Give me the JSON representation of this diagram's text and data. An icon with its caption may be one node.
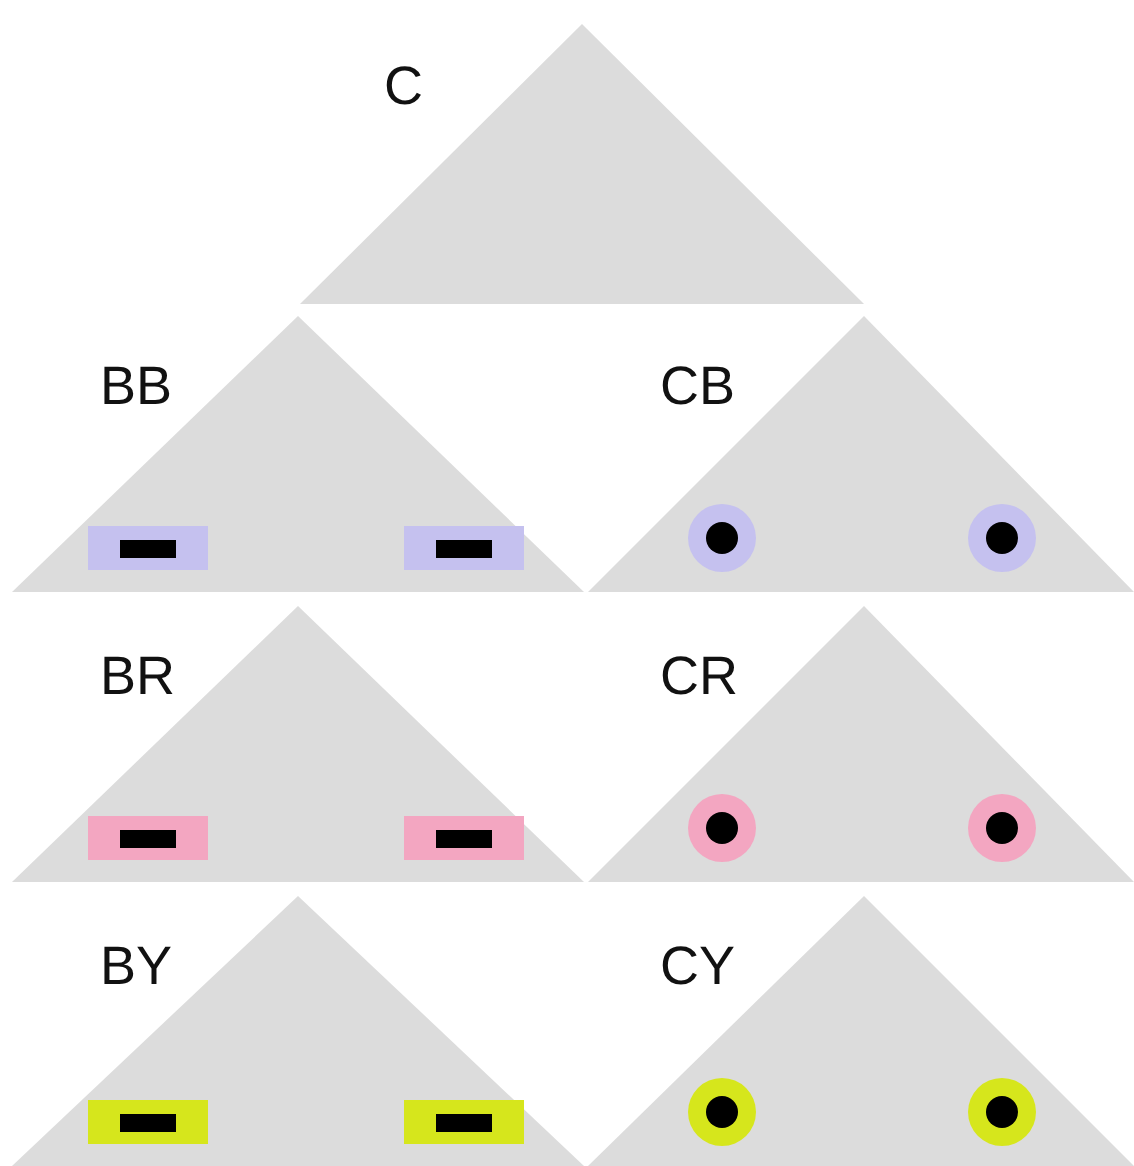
{
  "diagram": {
    "nodes": [
      {
        "text": [
          "C"
        ]
      },
      {
        "text": [
          "BB"
        ]
      },
      {
        "text": [
          "CB"
        ]
      },
      {
        "text": [
          "BR"
        ]
      },
      {
        "text": [
          "CR"
        ]
      },
      {
        "text": [
          "BY"
        ]
      },
      {
        "text": [
          "CY"
        ]
      }
    ]
  }
}
